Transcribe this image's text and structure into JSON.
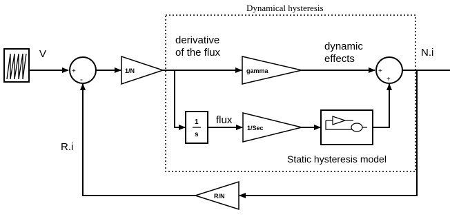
{
  "diagram": {
    "title": "Dynamical hysteresis",
    "labels": {
      "input_signal": "V",
      "derivative": [
        "derivative",
        "of the flux"
      ],
      "dynamic": [
        "dynamic",
        "effects"
      ],
      "output": "N.i",
      "flux": "flux",
      "feedback": "R.i",
      "static_model": "Static hysteresis model"
    },
    "blocks": {
      "gain_1n": "1/N",
      "gain_gamma": "gamma",
      "integrator_num": "1",
      "integrator_den": "s",
      "gain_sec": "1/Sec",
      "gain_rn": "R/N"
    },
    "sum1_signs": {
      "left": "+",
      "bottom": "-"
    },
    "sum2_signs": {
      "left": "+",
      "bottom": "+"
    }
  }
}
